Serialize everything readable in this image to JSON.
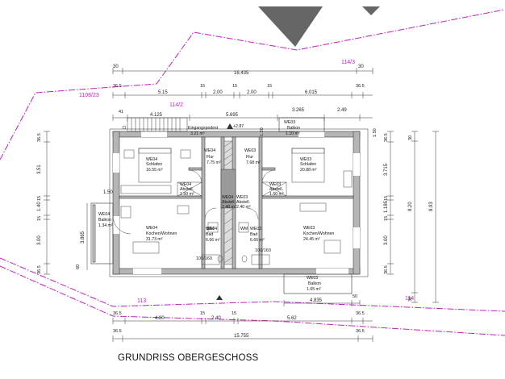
{
  "title": "GRUNDRISS OBERGESCHOSS",
  "lot_labels": [
    "114/3",
    "1108/23",
    "114/2",
    "113",
    "114"
  ],
  "colors": {
    "lot_line": "#c21fc2",
    "wall_fill": "#b5b5b5",
    "hatch": "#555555"
  },
  "rooms": [
    {
      "name": "WE04",
      "sub": "Schlafen",
      "area": "16.55 m²"
    },
    {
      "name": "WE04",
      "sub": "Flur",
      "area": "7.75 m²"
    },
    {
      "name": "WE03",
      "sub": "Flur",
      "area": "7.68 m²"
    },
    {
      "name": "WE03",
      "sub": "Schlafen",
      "area": "20.88 m²"
    },
    {
      "name": "WE04",
      "sub": "Abstell.",
      "area": "1.50 m²"
    },
    {
      "name": "WE04",
      "sub": "Abstell.",
      "area": "2.40 m²"
    },
    {
      "name": "WE03",
      "sub": "Abstell.",
      "area": "2.40 m²"
    },
    {
      "name": "WE03",
      "sub": "Abstell.",
      "area": "1.50 m²"
    },
    {
      "name": "WE04",
      "sub": "Kochen/Wohnen",
      "area": "31.73 m²"
    },
    {
      "name": "WE04",
      "sub": "Bad",
      "area": "6.66 m²"
    },
    {
      "name": "WE03",
      "sub": "Bad",
      "area": "6.66 m²"
    },
    {
      "name": "WE03",
      "sub": "Kochen/Wohnen",
      "area": "24.45 m²"
    },
    {
      "name": "WE04",
      "sub": "Balkon",
      "area": "1.34 m²"
    },
    {
      "name": "WE03",
      "sub": "Balkon",
      "area": "1.10 m²"
    },
    {
      "name": "WE03",
      "sub": "Balkon",
      "area": "1.65 m²"
    }
  ],
  "landing": {
    "name": "Eingangspodest",
    "area": "3.21 m²"
  },
  "level_mark": "+2.87",
  "stair_marks": [
    "1.20",
    "1.50"
  ],
  "wm": "WM",
  "door_sizes": [
    "100/160",
    "100/160"
  ],
  "dims_top": {
    "row1": [
      "30",
      "16.435",
      "30"
    ],
    "row2": [
      "36.5",
      "5.15",
      "15",
      "2.00",
      "15",
      "2.00",
      "15",
      "6.015",
      "36.5"
    ],
    "row3": [
      "41",
      "4.125",
      "5.695",
      "3.265",
      "2.49"
    ]
  },
  "dims_bottom": {
    "row1": [
      "4.835",
      "50"
    ],
    "row2": [
      "36.5",
      "4.80",
      "15",
      "2.40",
      "15",
      "5.62",
      "36.5"
    ],
    "row3": [
      "36.5",
      "15.755",
      "36.5"
    ]
  },
  "dims_left": {
    "outer": [
      "36.5",
      "3.51",
      "15",
      "1.40",
      "15",
      "3.00",
      "36.5"
    ],
    "inner": [
      "1.50",
      "3.865",
      "60"
    ]
  },
  "dims_right": {
    "inner": [
      "36.5",
      "3.715",
      "15",
      "1.185",
      "15",
      "3.00",
      "36.5"
    ],
    "mid": [
      "30",
      "8.20",
      "30"
    ],
    "outer": [
      "8.93"
    ]
  }
}
